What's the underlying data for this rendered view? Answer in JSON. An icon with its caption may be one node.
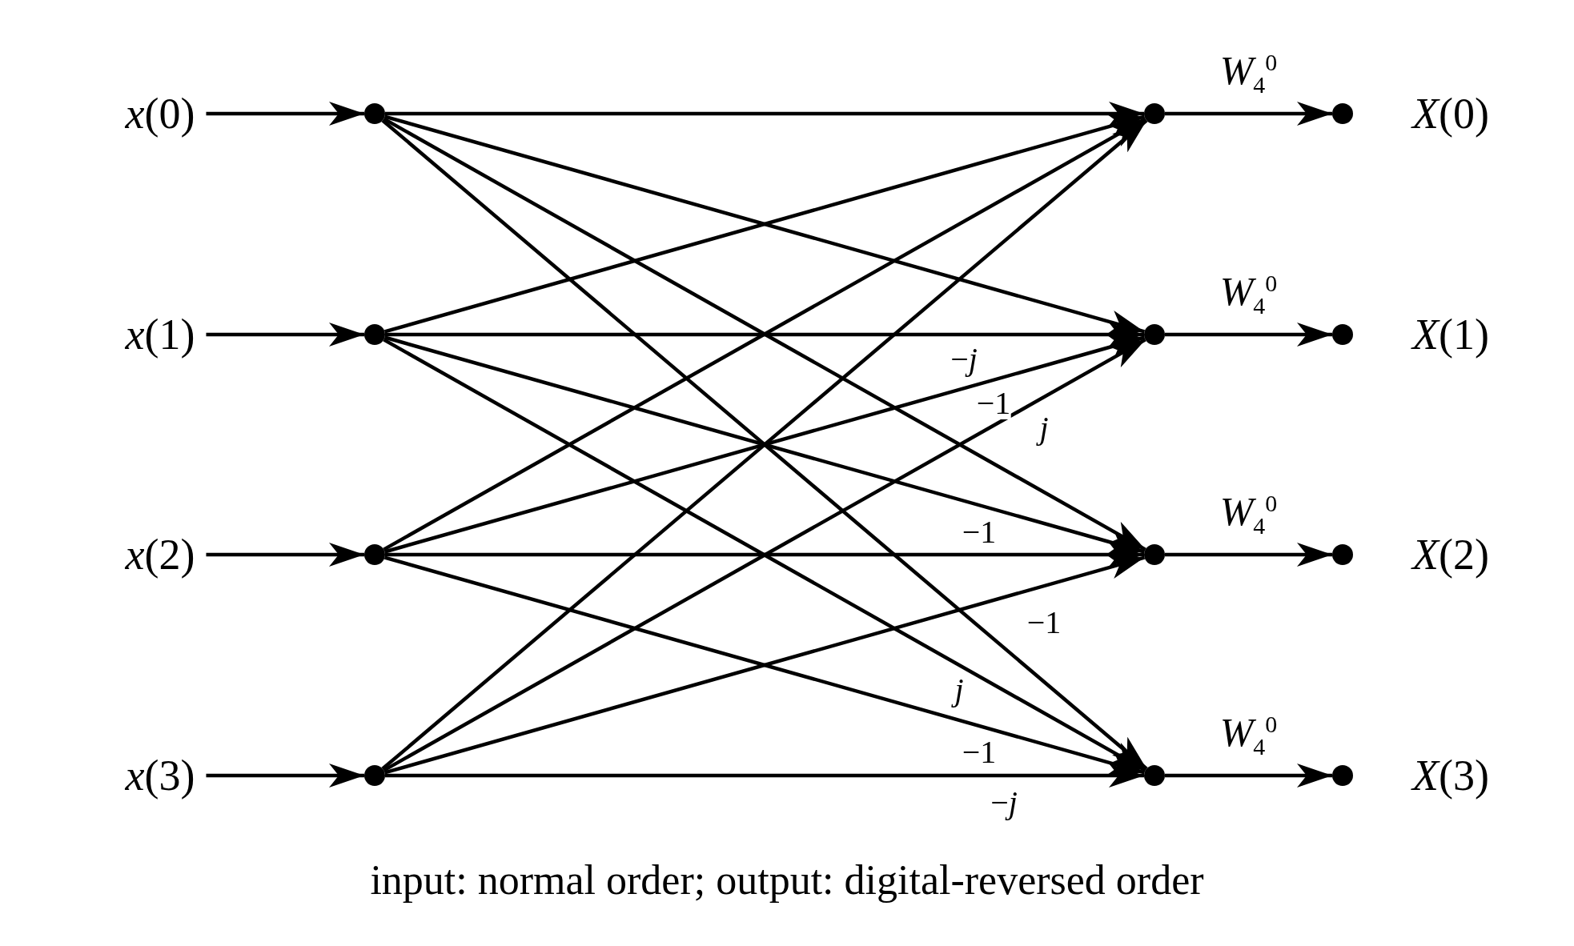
{
  "diagram": {
    "caption": "input: normal order; output: digital-reversed order",
    "nodes": [
      {
        "text": [
          "*x*(0)"
        ]
      },
      {
        "text": [
          "*x*(1)"
        ]
      },
      {
        "text": [
          "*x*(2)"
        ]
      },
      {
        "text": [
          "*x*(3)"
        ]
      },
      {
        "text": [],
        "shape": "circle"
      },
      {
        "text": [],
        "shape": "circle"
      },
      {
        "text": [],
        "shape": "circle"
      },
      {
        "text": [],
        "shape": "circle"
      },
      {
        "text": [],
        "shape": "circle"
      },
      {
        "text": [],
        "shape": "circle"
      },
      {
        "text": [],
        "shape": "circle"
      },
      {
        "text": [],
        "shape": "circle"
      },
      {
        "text": [],
        "shape": "circle",
        "beside": [
          "*X*(0)"
        ]
      },
      {
        "text": [],
        "shape": "circle",
        "beside": [
          "*X*(1)"
        ]
      },
      {
        "text": [],
        "shape": "circle",
        "beside": [
          "*X*(2)"
        ]
      },
      {
        "text": [],
        "shape": "circle",
        "beside": [
          "*X*(3)"
        ]
      }
    ],
    "edges": [
      {
        "from": 0,
        "to": 4,
        "arrow": "to"
      },
      {
        "from": 1,
        "to": 5,
        "arrow": "to"
      },
      {
        "from": 2,
        "to": 6,
        "arrow": "to"
      },
      {
        "from": 3,
        "to": 7,
        "arrow": "to"
      },
      {
        "from": 4,
        "to": 8,
        "arrow": "to"
      },
      {
        "from": 4,
        "to": 9,
        "arrow": "to"
      },
      {
        "from": 4,
        "to": 10,
        "arrow": "to"
      },
      {
        "from": 4,
        "to": 11,
        "arrow": "to"
      },
      {
        "from": 5,
        "to": 8,
        "arrow": "to"
      },
      {
        "from": 5,
        "to": 9,
        "arrow": "to",
        "label": "−*j*"
      },
      {
        "from": 5,
        "to": 10,
        "arrow": "to",
        "label": "−1"
      },
      {
        "from": 5,
        "to": 11,
        "arrow": "to",
        "label": "*j*"
      },
      {
        "from": 6,
        "to": 8,
        "arrow": "to"
      },
      {
        "from": 6,
        "to": 9,
        "arrow": "to",
        "label": "−1"
      },
      {
        "from": 6,
        "to": 10,
        "arrow": "to"
      },
      {
        "from": 6,
        "to": 11,
        "arrow": "to",
        "label": "−1"
      },
      {
        "from": 7,
        "to": 8,
        "arrow": "to"
      },
      {
        "from": 7,
        "to": 9,
        "arrow": "to",
        "label": "*j*"
      },
      {
        "from": 7,
        "to": 10,
        "arrow": "to",
        "label": "−1"
      },
      {
        "from": 7,
        "to": 11,
        "arrow": "to",
        "label": "−*j*"
      },
      {
        "from": 8,
        "to": 12,
        "arrow": "to",
        "label": "*W*$_{4}$$^{0}$"
      },
      {
        "from": 9,
        "to": 13,
        "arrow": "to",
        "label": "*W*$_{4}$$^{0}$"
      },
      {
        "from": 10,
        "to": 14,
        "arrow": "to",
        "label": "*W*$_{4}$$^{0}$"
      },
      {
        "from": 11,
        "to": 15,
        "arrow": "to",
        "label": "*W*$_{4}$$^{0}$"
      }
    ]
  }
}
